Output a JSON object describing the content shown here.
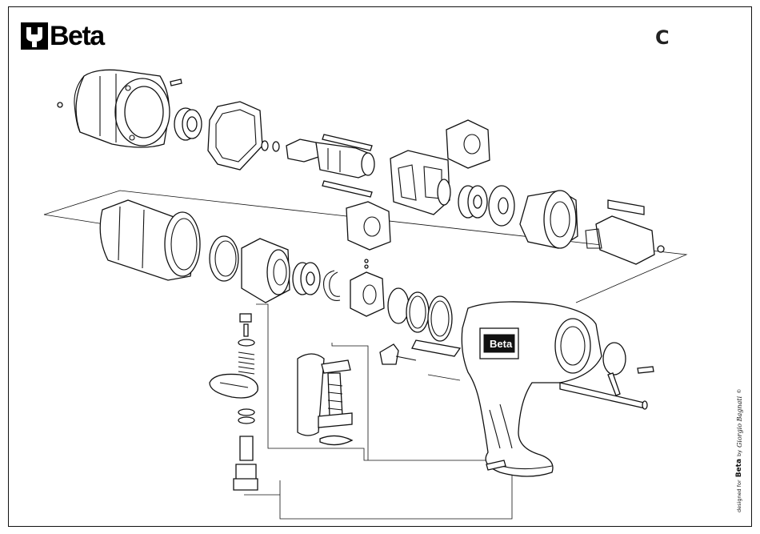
{
  "brand": {
    "name": "Beta"
  },
  "sheet": {
    "letter": "C"
  },
  "credit": {
    "prefix": "designed for",
    "brand": "Beta",
    "by": "by",
    "signature": "Giorgio Bagnati",
    "symbol": "©"
  },
  "tool_label": "Beta"
}
